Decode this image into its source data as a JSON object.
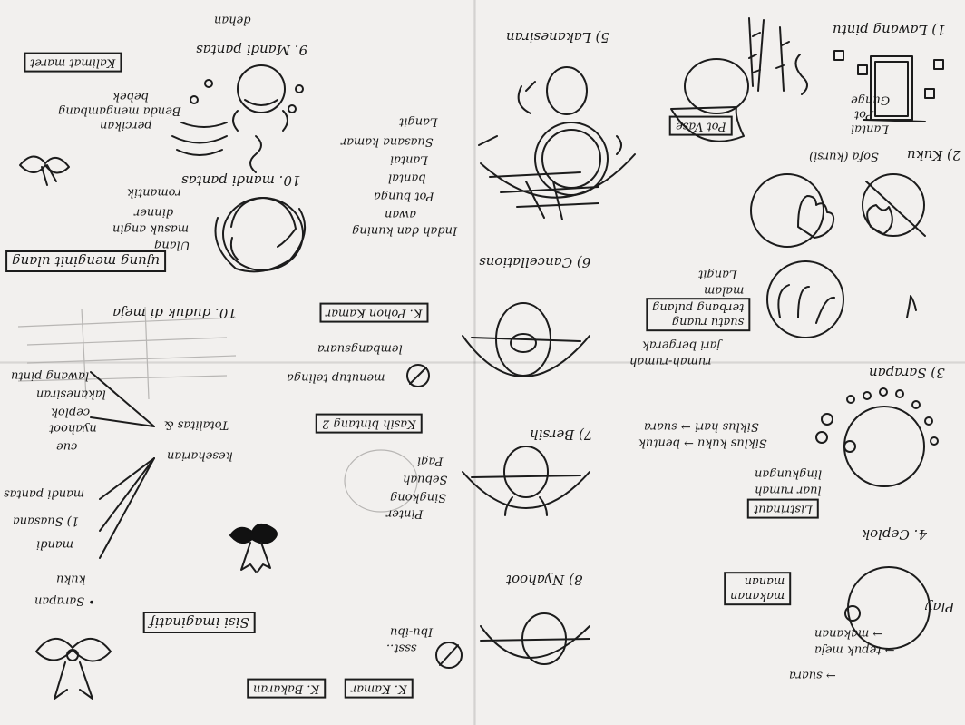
{
  "sections": {
    "s1": {
      "title": "1) Lawang pintu",
      "labels": [
        "Gunge",
        "Pot",
        "Lantai"
      ]
    },
    "s2": {
      "title": "2) Kuku",
      "sub": "Sofa (kursi)",
      "notes": [
        "Langit",
        "malam",
        "suatu ruang",
        "terbang pulang",
        "jari bergerak",
        "rumah-rumah"
      ]
    },
    "s3": {
      "title": "3) Sarapan",
      "notes": [
        "Siklus hari → suara",
        "Siklus kuku → bentuk"
      ],
      "lines": [
        "lingkungan",
        "luar rumah"
      ],
      "box": "Listrinaut"
    },
    "s4": {
      "title": "4. Ceplok",
      "box": [
        "makanan",
        "manan"
      ],
      "side": "Play",
      "arrows": [
        "→ makanan",
        "→ tepuk meja",
        "→ suara"
      ]
    },
    "s5": {
      "title": "5) Lakanesiran",
      "notes": [
        "Langit",
        "Suasana kamar",
        "Lantai",
        "bantal",
        "Pot bunga",
        "awan",
        "Indah dan kuning"
      ],
      "vase_label": "Pot Vase"
    },
    "s6": {
      "title": "6) Cancellations"
    },
    "s7": {
      "title": "7) Bersih",
      "box": "Kasih bintang 2",
      "notes": [
        "Pagi",
        "Sebuah",
        "Singkong",
        "Pinter"
      ]
    },
    "s8": {
      "title": "8) Nyahoot",
      "notes": [
        "Ibu-ibu",
        "ssst.."
      ]
    },
    "s9": {
      "title": "9. Mandi pantas",
      "top": "dehan",
      "box": "Kalimat maret",
      "lines": [
        "bebek",
        "Benda mengambang",
        "percikan"
      ]
    },
    "s10": {
      "title": "10. mandi pantas",
      "notes": [
        "romantik",
        "dinner",
        "masuk angin",
        "Ulang"
      ],
      "box": "ujung menginit ulang"
    },
    "s11": {
      "title": "10. duduk di meja",
      "box": "K. Pohon Kamar",
      "line": "lembangsuara",
      "no_sign": "menutup telinga"
    },
    "misc": {
      "totalitas": [
        "Totalitas &",
        "keseharian"
      ],
      "list_right": [
        "lawang pintu",
        "lakanesiran",
        "ceplok",
        "nyahoot",
        "cue"
      ],
      "list_left": [
        "mandi pantas",
        "1) Suasana",
        "mandi",
        "kuku",
        "• Sarapan"
      ],
      "box_bottom": "Sisi imaginatif",
      "box_bottom2": "K. Bakaran",
      "box_bottom3": "K. Kamar"
    }
  }
}
